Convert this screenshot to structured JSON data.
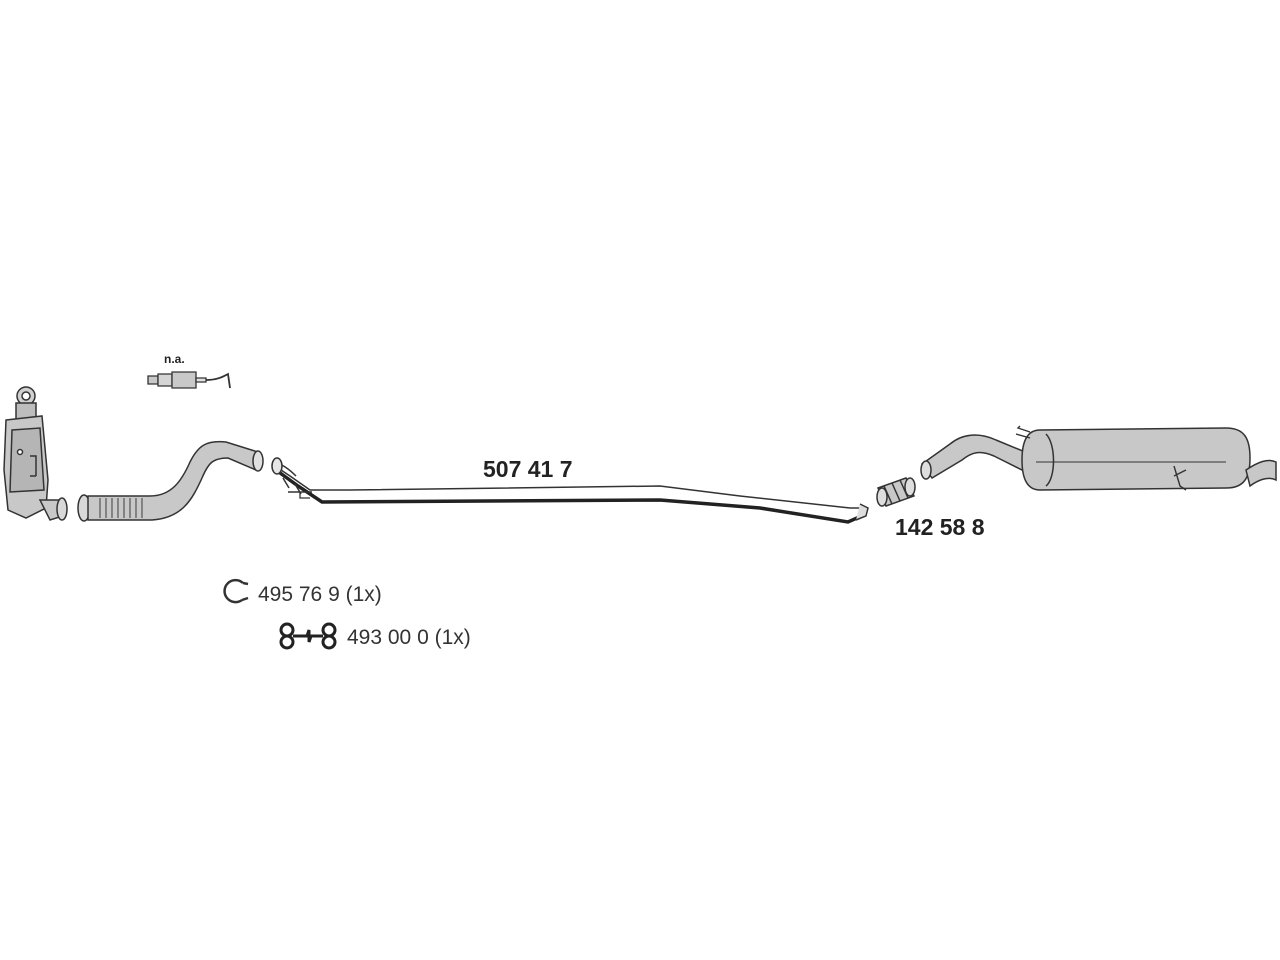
{
  "diagram": {
    "part_labels": {
      "mid_pipe": "507 41 7",
      "connector": "142 58 8",
      "sensor_note": "n.a."
    },
    "legend": [
      {
        "icon": "clamp-icon",
        "text": "495 76 9 (1x)"
      },
      {
        "icon": "rubber-mount-icon",
        "text": "493 00 0 (1x)"
      }
    ],
    "colors": {
      "part_fill": "#c8c8c8",
      "outline": "#333333",
      "pipe_dark": "#222222"
    }
  }
}
